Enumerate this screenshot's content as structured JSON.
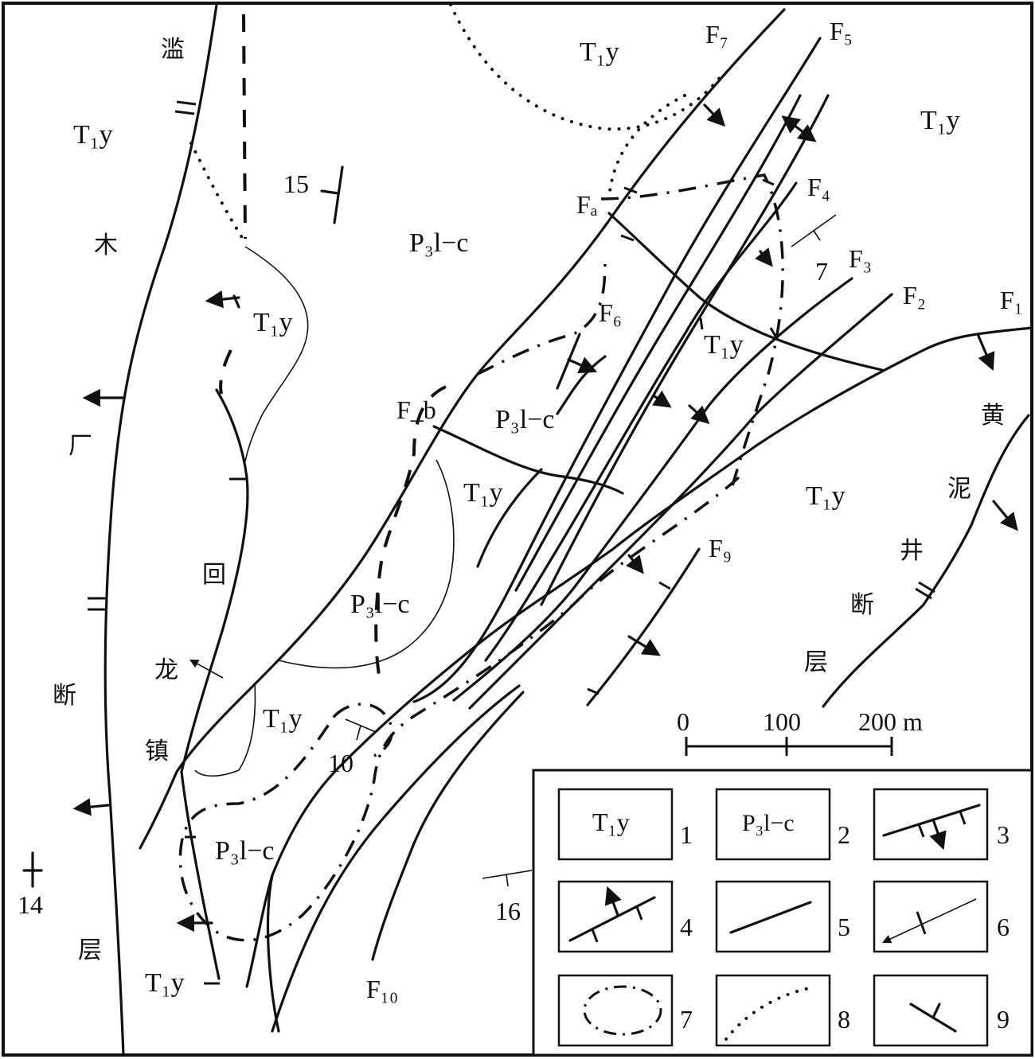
{
  "units": {
    "t1y": "T₁y",
    "p3lc": "P₃l−c"
  },
  "faults": {
    "f1": "F₁",
    "f2": "F₂",
    "f3": "F₃",
    "f4": "F₄",
    "f5": "F₅",
    "f6": "F₆",
    "f7": "F₇",
    "f9": "F₉",
    "f10": "F₁₀",
    "fa": "Fₐ",
    "fb": "F_b"
  },
  "dips": {
    "d15": "15",
    "d7": "7",
    "d10": "10",
    "d14": "14",
    "d16": "16"
  },
  "fault_names": {
    "lanmu": [
      "滥",
      "木",
      "厂",
      "断",
      "层"
    ],
    "huilong": [
      "回",
      "龙",
      "镇"
    ],
    "huangni": [
      "黄",
      "泥",
      "井",
      "断",
      "层"
    ]
  },
  "scale": {
    "zero": "0",
    "mid": "100",
    "end": "200 m"
  },
  "legend": {
    "box1_text": "T₁y",
    "n1": "1",
    "box2_text": "P₃l−c",
    "n2": "2",
    "n3": "3",
    "n4": "4",
    "n5": "5",
    "n6": "6",
    "n7": "7",
    "n8": "8",
    "n9": "9"
  }
}
